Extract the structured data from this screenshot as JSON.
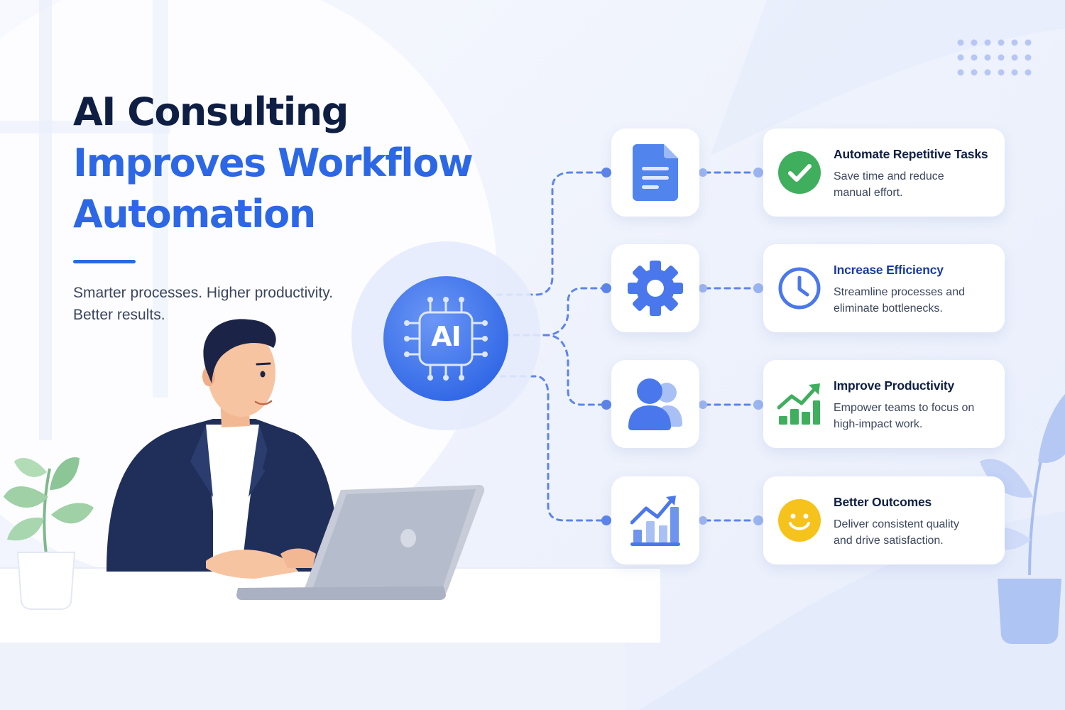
{
  "headline": {
    "line1": "AI Consulting",
    "line2": "Improves Workflow",
    "line3": "Automation"
  },
  "subtitle": {
    "line1": "Smarter processes. Higher productivity.",
    "line2": "Better results."
  },
  "hub": {
    "label": "AI",
    "icon": "ai-chip-icon"
  },
  "steps": [
    {
      "node_icon": "document-icon",
      "title": "Automate Repetitive Tasks",
      "desc_line1": "Save time and reduce",
      "desc_line2": "manual effort.",
      "badge_icon": "check-circle-icon"
    },
    {
      "node_icon": "gear-icon",
      "title": "Increase Efficiency",
      "desc_line1": "Streamline processes and",
      "desc_line2": "eliminate bottlenecks.",
      "badge_icon": "clock-icon"
    },
    {
      "node_icon": "users-icon",
      "title": "Improve Productivity",
      "desc_line1": "Empower teams to focus on",
      "desc_line2": "high-impact work.",
      "badge_icon": "trending-up-icon"
    },
    {
      "node_icon": "bar-chart-icon",
      "title": "Better Outcomes",
      "desc_line1": "Deliver consistent quality",
      "desc_line2": "and drive satisfaction.",
      "badge_icon": "smiley-icon"
    }
  ],
  "colors": {
    "navy": "#0f1f44",
    "brand_blue": "#2c68e6",
    "icon_blue": "#4a78ec",
    "success_green": "#3fae5d",
    "smiley_yellow": "#f6c21c",
    "background": "#eef2fc"
  }
}
